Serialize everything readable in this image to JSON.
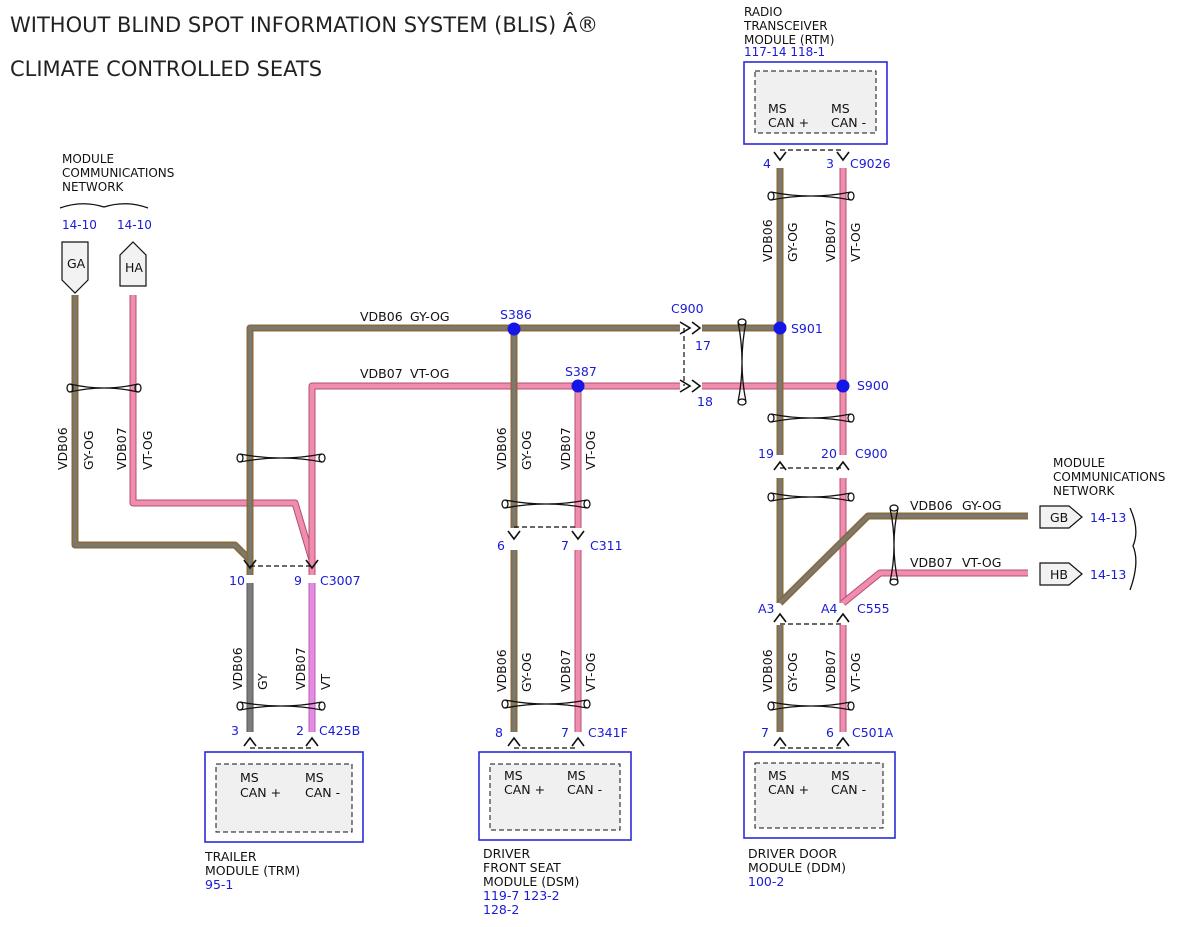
{
  "title_line1": "WITHOUT BLIND SPOT INFORMATION SYSTEM (BLIS) Â®",
  "title_line2": "CLIMATE CONTROLLED SEATS",
  "colors": {
    "gy_og_outer": "#8a6a3a",
    "gy_og_inner": "#7a7a72",
    "vt_og": "#f08cb0",
    "vt_og_edge": "#b05070",
    "gy": "#7d7d7d",
    "vt": "#e68ae6",
    "blue_text": "#1a1ad6",
    "splice_dot": "#1515e8"
  },
  "network_left": {
    "label": [
      "MODULE",
      "COMMUNICATIONS",
      "NETWORK"
    ],
    "refs": [
      "14-10",
      "14-10"
    ],
    "connectors": [
      "GA",
      "HA"
    ]
  },
  "network_right": {
    "label": [
      "MODULE",
      "COMMUNICATIONS",
      "NETWORK"
    ],
    "connectors": [
      "GB",
      "HB"
    ],
    "refs": [
      "14-13",
      "14-13"
    ]
  },
  "rtm": {
    "name": [
      "RADIO",
      "TRANSCEIVER",
      "MODULE (RTM)"
    ],
    "ref": "117-14 118-1",
    "pins": [
      "MS",
      "CAN +",
      "MS",
      "CAN -"
    ],
    "connector": "C9026",
    "pin_numbers": [
      "4",
      "3"
    ]
  },
  "trm": {
    "name": [
      "TRAILER",
      "MODULE (TRM)"
    ],
    "ref": "95-1",
    "pins": [
      "MS",
      "CAN +",
      "MS",
      "CAN -"
    ],
    "connector": "C425B",
    "pin_numbers": [
      "3",
      "2"
    ]
  },
  "dsm": {
    "name": [
      "DRIVER",
      "FRONT SEAT",
      "MODULE (DSM)"
    ],
    "refs": [
      "119-7  123-2",
      "128-2"
    ],
    "pins": [
      "MS",
      "CAN +",
      "MS",
      "CAN -"
    ],
    "connector": "C341F",
    "pin_numbers": [
      "8",
      "7"
    ]
  },
  "ddm": {
    "name": [
      "DRIVER DOOR",
      "MODULE (DDM)"
    ],
    "ref": "100-2",
    "pins": [
      "MS",
      "CAN +",
      "MS",
      "CAN -"
    ],
    "connector": "C501A",
    "pin_numbers": [
      "7",
      "6"
    ]
  },
  "connectors": {
    "c3007": {
      "name": "C3007",
      "pins": [
        "10",
        "9"
      ]
    },
    "c311": {
      "name": "C311",
      "pins": [
        "6",
        "7"
      ]
    },
    "c900_top": {
      "name": "C900",
      "pins": [
        "17",
        "18"
      ]
    },
    "c900_mid": {
      "name": "C900",
      "pins": [
        "19",
        "20"
      ]
    },
    "c555": {
      "name": "C555",
      "pins": [
        "A3",
        "A4"
      ]
    }
  },
  "splices": [
    "S386",
    "S387",
    "S901",
    "S900"
  ],
  "circuits": {
    "vdb06": "VDB06",
    "vdb07": "VDB07",
    "gy_og": "GY-OG",
    "vt_og": "VT-OG",
    "gy": "GY",
    "vt": "VT"
  }
}
